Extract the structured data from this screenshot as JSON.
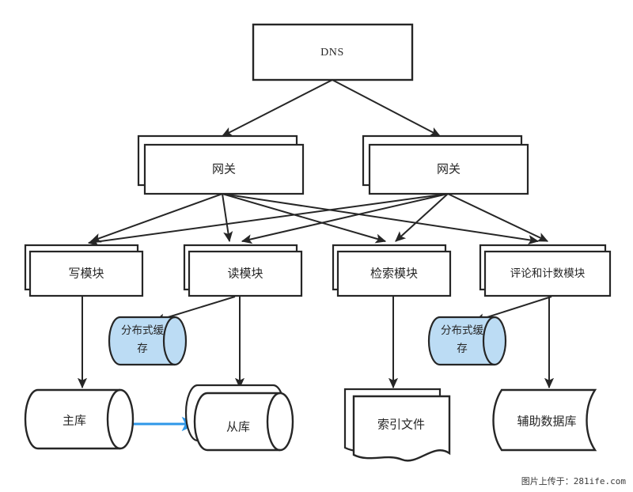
{
  "diagram": {
    "title_text": "DNS",
    "background_color": "#ffffff",
    "stroke_color": "#262626",
    "cache_fill_color": "#bcdcf4",
    "replication_arrow_color": "#2e97e8",
    "nodes": {
      "dns": {
        "label": "DNS",
        "shape": "rectangle"
      },
      "gateway_left": {
        "label": "网关",
        "shape": "stacked-rectangle"
      },
      "gateway_right": {
        "label": "网关",
        "shape": "stacked-rectangle"
      },
      "write_module": {
        "label": "写模块",
        "shape": "stacked-rectangle"
      },
      "read_module": {
        "label": "读模块",
        "shape": "stacked-rectangle"
      },
      "search_module": {
        "label": "检索模块",
        "shape": "stacked-rectangle"
      },
      "comment_count_module": {
        "label": "评论和计数模块",
        "shape": "stacked-rectangle"
      },
      "cache_left": {
        "label_line1": "分布式缓",
        "label_line2": "存",
        "shape": "cylinder"
      },
      "cache_right": {
        "label_line1": "分布式缓",
        "label_line2": "存",
        "shape": "cylinder"
      },
      "master_db": {
        "label": "主库",
        "shape": "cylinder"
      },
      "slave_db": {
        "label": "从库",
        "shape": "stacked-cylinder"
      },
      "index_file": {
        "label": "索引文件",
        "shape": "stacked-document"
      },
      "aux_db": {
        "label": "辅助数据库",
        "shape": "curved-document"
      }
    },
    "edges": [
      {
        "name": "dns-to-gateway-left",
        "from": "dns",
        "to": "gateway_left",
        "color": "#262626"
      },
      {
        "name": "dns-to-gateway-right",
        "from": "dns",
        "to": "gateway_right",
        "color": "#262626"
      },
      {
        "name": "gateway-left-to-write",
        "from": "gateway_left",
        "to": "write_module",
        "color": "#262626"
      },
      {
        "name": "gateway-left-to-read",
        "from": "gateway_left",
        "to": "read_module",
        "color": "#262626"
      },
      {
        "name": "gateway-left-to-search",
        "from": "gateway_left",
        "to": "search_module",
        "color": "#262626"
      },
      {
        "name": "gateway-left-to-comment",
        "from": "gateway_left",
        "to": "comment_count_module",
        "color": "#262626"
      },
      {
        "name": "gateway-right-to-write",
        "from": "gateway_right",
        "to": "write_module",
        "color": "#262626"
      },
      {
        "name": "gateway-right-to-read",
        "from": "gateway_right",
        "to": "read_module",
        "color": "#262626"
      },
      {
        "name": "gateway-right-to-search",
        "from": "gateway_right",
        "to": "search_module",
        "color": "#262626"
      },
      {
        "name": "gateway-right-to-comment",
        "from": "gateway_right",
        "to": "comment_count_module",
        "color": "#262626"
      },
      {
        "name": "write-to-master-db",
        "from": "write_module",
        "to": "master_db",
        "color": "#262626"
      },
      {
        "name": "read-to-cache-left",
        "from": "read_module",
        "to": "cache_left",
        "color": "#262626"
      },
      {
        "name": "read-to-slave-db",
        "from": "read_module",
        "to": "slave_db",
        "color": "#262626"
      },
      {
        "name": "search-to-index-file",
        "from": "search_module",
        "to": "index_file",
        "color": "#262626"
      },
      {
        "name": "comment-to-cache-right",
        "from": "comment_count_module",
        "to": "cache_right",
        "color": "#262626"
      },
      {
        "name": "comment-to-aux-db",
        "from": "comment_count_module",
        "to": "aux_db",
        "color": "#262626"
      },
      {
        "name": "master-to-slave-replication",
        "from": "master_db",
        "to": "slave_db",
        "color": "#2e97e8"
      }
    ]
  },
  "watermark": {
    "text": "图片上传于：281ife.com"
  }
}
